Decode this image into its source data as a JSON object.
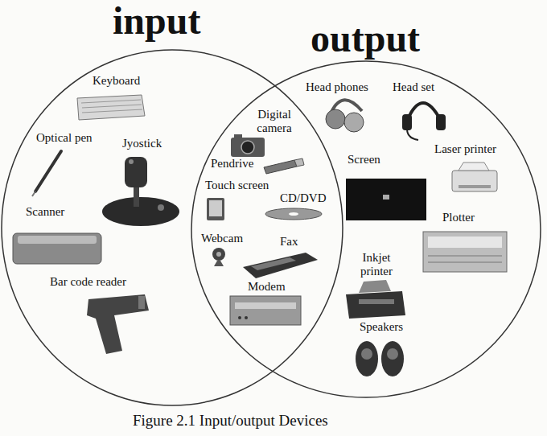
{
  "diagram": {
    "caption": "Figure 2.1 Input/output Devices",
    "nodes": [
      {
        "text": [
          "input"
        ]
      },
      {
        "text": [
          "output"
        ]
      }
    ],
    "labels": [
      "Keyboard",
      "Head phones",
      "Head set",
      "Digital camera",
      "Optical pen",
      "Jyostick",
      "Pendrive",
      "Screen",
      "Laser printer",
      "Touch screen",
      "CD/DVD",
      "Scanner",
      "Plotter",
      "Webcam",
      "Fax",
      "Inkjet printer",
      "Bar code reader",
      "Modem",
      "Speakers"
    ]
  }
}
